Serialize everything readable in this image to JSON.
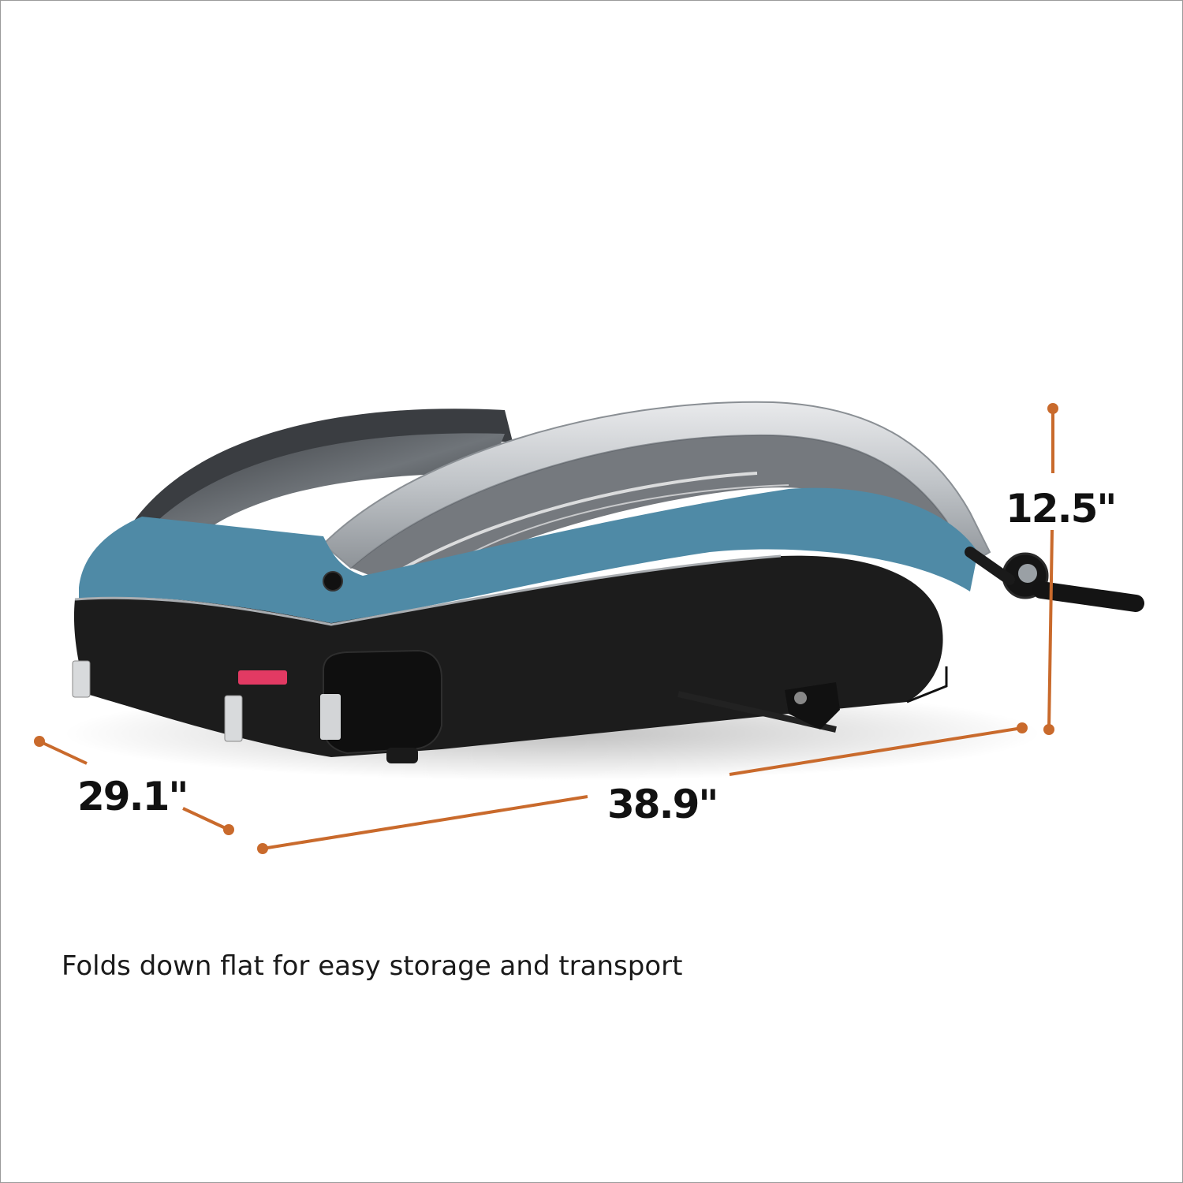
{
  "product": {
    "subject": "folded bike trailer / stroller",
    "colors": {
      "body_black": "#1c1c1c",
      "fabric_blue": "#4f8aa6",
      "frame_silver": "#c9ccd0",
      "accent_pink": "#e23a63",
      "dimension_line": "#c96a2c"
    }
  },
  "dimensions": {
    "height": {
      "label": "12.5\""
    },
    "depth": {
      "label": "29.1\""
    },
    "length": {
      "label": "38.9\""
    }
  },
  "caption": "Folds down flat for easy storage and transport"
}
